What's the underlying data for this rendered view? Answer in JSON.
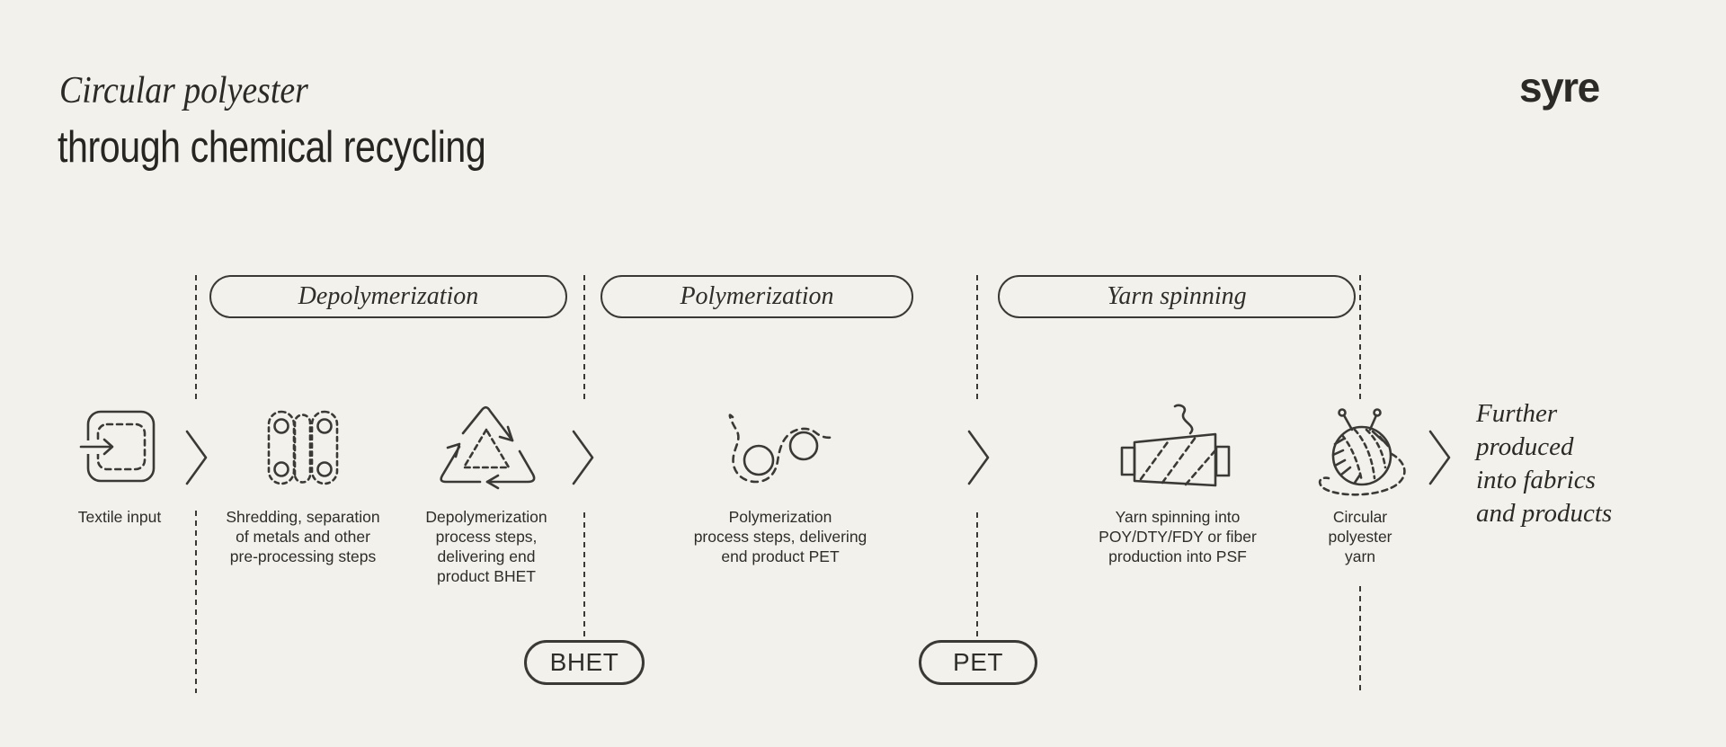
{
  "canvas": {
    "background": "#F2F1EB",
    "ink": "#3A3936",
    "text": "#2B2A27"
  },
  "header": {
    "title_italic": "Circular polyester",
    "title_sans": "through chemical recycling",
    "logo_text": "syre"
  },
  "stage_pills": [
    {
      "label": "Depolymerization"
    },
    {
      "label": "Polymerization"
    },
    {
      "label": "Yarn spinning"
    }
  ],
  "flow_steps": [
    {
      "icon": "textile-input-icon",
      "caption": "Textile input"
    },
    {
      "icon": "shredder-capsules-icon",
      "caption": "Shredding, separation\nof metals and other\npre-processing steps"
    },
    {
      "icon": "recycle-triangle-icon",
      "caption": "Depolymerization\nprocess steps,\ndelivering end\nproduct BHET"
    },
    {
      "icon": "polymer-chain-icon",
      "caption": "Polymerization\nprocess steps, delivering\nend product PET"
    },
    {
      "icon": "yarn-bobbin-icon",
      "caption": "Yarn spinning into\nPOY/DTY/FDY or fiber\nproduction into PSF"
    },
    {
      "icon": "yarn-ball-icon",
      "caption": "Circular\npolyester\nyarn"
    }
  ],
  "product_chips": [
    {
      "label": "BHET"
    },
    {
      "label": "PET"
    }
  ],
  "outro_note": "Further\nproduced\ninto fabrics\nand products"
}
